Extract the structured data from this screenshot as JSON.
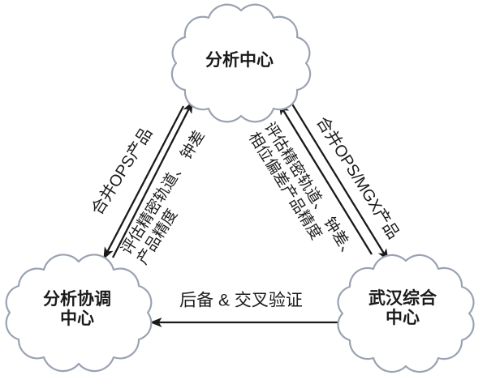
{
  "nodes": {
    "analysis_center": {
      "label": "分析中心"
    },
    "analysis_coordination_center": {
      "line1": "分析协调",
      "line2": "中心"
    },
    "wuhan_comprehensive_center": {
      "line1": "武汉综合",
      "line2": "中心"
    }
  },
  "edges": {
    "left": {
      "up_label": "合并OPS产品",
      "down_line1": "评估精密轨道、 钟差",
      "down_line2": "产品精度"
    },
    "right": {
      "down_label": "合并OPS/MGX产品",
      "up_line1": "评估精密轨道、 钟差、",
      "up_line2": "相位偏差产品精度"
    },
    "bottom": {
      "label": "后备 & 交叉验证"
    }
  },
  "colors": {
    "cloud_outline": "#9aa2b2",
    "arrow": "#1a1a1a",
    "text": "#1b1b1b",
    "background": "#ffffff"
  }
}
